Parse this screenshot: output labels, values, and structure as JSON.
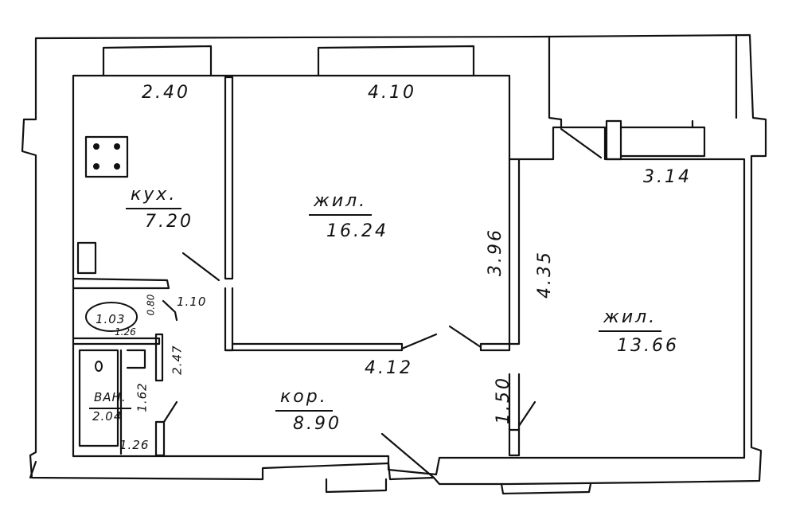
{
  "rooms": {
    "kitchen": {
      "name": "кух.",
      "area": "7.20"
    },
    "living1": {
      "name": "жил.",
      "area": "16.24"
    },
    "living2": {
      "name": "жил.",
      "area": "13.66"
    },
    "corridor": {
      "name": "кор.",
      "area": "8.90"
    },
    "bathroom": {
      "name": "ВАН.",
      "area": "2.04"
    },
    "wc": {
      "name": "1.03",
      "area": "1.26"
    }
  },
  "dimensions": {
    "kitchen_width": "2.40",
    "living1_width": "4.10",
    "living2_width": "3.14",
    "living1_depth": "3.96",
    "living2_depth": "4.35",
    "kitchen_door": "1.10",
    "wc_door": "0.80",
    "bath_length": "2.47",
    "bath_depth": "1.62",
    "bath_width": "1.26",
    "corridor_width": "4.12",
    "corridor_depth": "1.50"
  },
  "colors": {
    "ink": "#111111",
    "wall_fill": "#ffffff",
    "background": "#ffffff"
  }
}
